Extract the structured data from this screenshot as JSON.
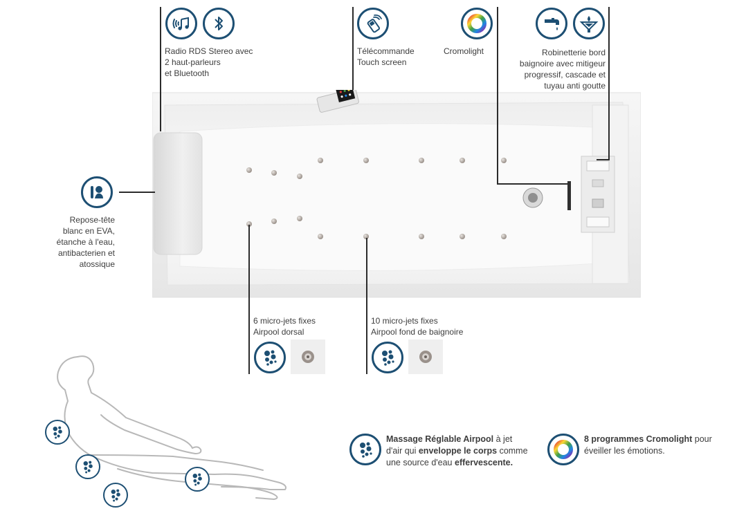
{
  "callouts": {
    "radio": "Radio RDS Stereo avec\n2 haut-parleurs\net Bluetooth",
    "remote": "Télécommande\nTouch screen",
    "cromolight": "Cromolight",
    "faucet": "Robinetterie bord\nbaignoire avec mitigeur\nprogressif, cascade et\ntuyau anti goutte",
    "headrest": "Repose-tête\nblanc en EVA,\nétanche à l'eau,\nantibacterien et\natossique",
    "jets_back": "6 micro-jets fixes\nAirpool dorsal",
    "jets_bottom": "10 micro-jets fixes\nAirpool fond de baignoire"
  },
  "features": {
    "airpool": {
      "p1": "Massage Réglable Airpool",
      "p2": " à jet d'air qui ",
      "p3": "enveloppe le corps",
      "p4": " comme une source d'eau ",
      "p5": "effervescente."
    },
    "cromo": {
      "p1": "8 programmes Cromolight",
      "p2": " pour éveiller les émotions."
    }
  },
  "icons": [
    "radio-icon",
    "bluetooth-icon",
    "remote-icon",
    "cromolight-icon",
    "faucet-icon",
    "cascade-icon",
    "headrest-icon",
    "airpool-icon"
  ],
  "colors": {
    "icon_border": "#1d4f73",
    "text": "#3d3d3d"
  }
}
